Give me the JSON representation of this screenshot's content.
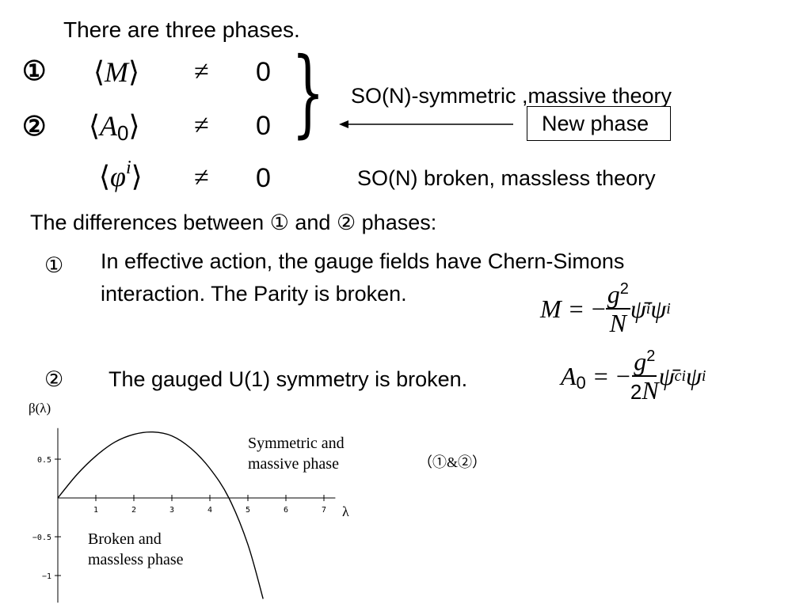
{
  "header": {
    "title": "There are three phases."
  },
  "phases": {
    "row1": {
      "marker": "①",
      "vev": "M",
      "neq": "≠",
      "zero": "0"
    },
    "row2": {
      "marker": "②",
      "vev": "A",
      "sub": "0",
      "neq": "≠",
      "zero": "0"
    },
    "row3": {
      "vev": "φ",
      "sup": "i",
      "neq": "≠",
      "zero": "0"
    },
    "brace": "}",
    "symmetric_label": "SO(N)-symmetric ,massive theory",
    "new_phase_label": "New phase",
    "broken_label": "SO(N) broken, massless theory"
  },
  "differences": {
    "heading": "The differences between ① and ② phases:",
    "item1": {
      "marker": "①",
      "line1": "In effective action, the gauge fields have Chern-Simons",
      "line2": "interaction. The Parity is broken."
    },
    "item2": {
      "marker": "②",
      "text": "The gauged U(1) symmetry is broken."
    }
  },
  "formulas": {
    "m_eq": {
      "lhs": "M",
      "eq": "=",
      "minus": "−",
      "num": "g",
      "num_sup": "2",
      "den": "N",
      "tail_a": "ψ̄",
      "tail_a_sup": "i",
      "tail_b": "ψ",
      "tail_b_sup": "i"
    },
    "a0_eq": {
      "lhs": "A",
      "lhs_sub": "0",
      "eq": "=",
      "minus": "−",
      "num": "g",
      "num_sup": "2",
      "den": "2N",
      "tail_a": "ψ̄",
      "tail_a_sup": "ci",
      "tail_b": "ψ",
      "tail_b_sup": "i"
    }
  },
  "plot_annotations": {
    "symmetric_line1": "Symmetric and",
    "symmetric_line2": "massive phase",
    "broken_line1": "Broken and",
    "broken_line2": "massless phase",
    "note": "（①&②）"
  },
  "chart_data": {
    "type": "line",
    "title": "",
    "ylabel": "β(λ)",
    "xlabel": "λ",
    "xlim": [
      0,
      7.3
    ],
    "ylim": [
      -1.35,
      0.9
    ],
    "xticks": [
      1,
      2,
      3,
      4,
      5,
      6,
      7
    ],
    "yticks": [
      0.5,
      -0.5,
      -1
    ],
    "ytick_labels": [
      "0.5",
      "−0.5",
      "−1"
    ],
    "grid": false,
    "series": [
      {
        "x": [
          0,
          0.5,
          1,
          1.5,
          2,
          2.5,
          3,
          3.5,
          4,
          4.5,
          5,
          5.4
        ],
        "y": [
          0,
          0.3,
          0.54,
          0.72,
          0.82,
          0.85,
          0.8,
          0.64,
          0.38,
          0,
          -0.6,
          -1.3
        ]
      }
    ],
    "color": "#000000"
  }
}
